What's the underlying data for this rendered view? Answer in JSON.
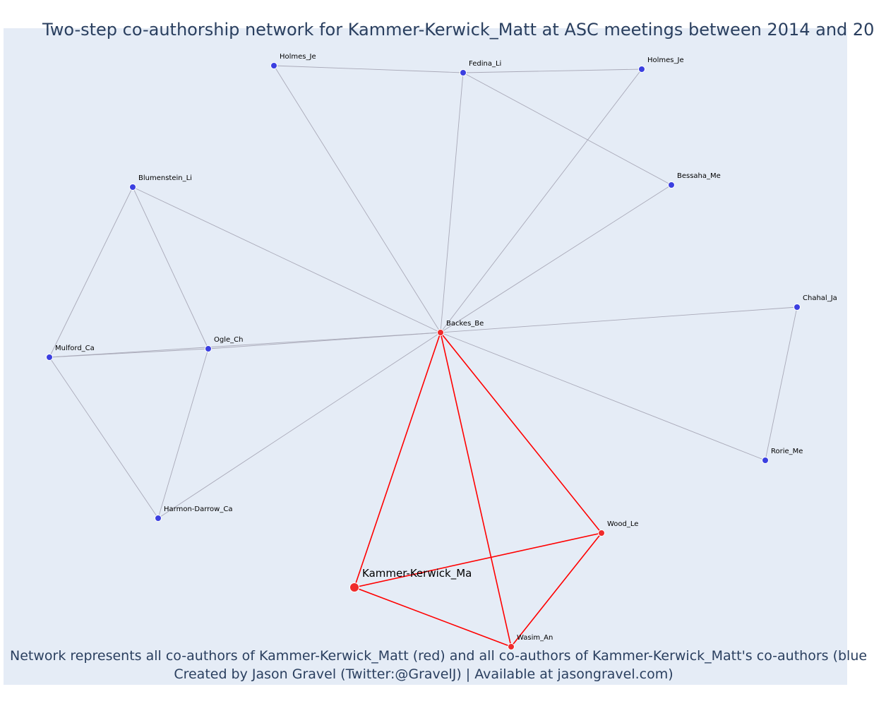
{
  "title": "Two-step co-authorship network for Kammer-Kerwick_Matt at ASC meetings between 2014 and 20",
  "caption_line1": "Network represents all co-authors of Kammer-Kerwick_Matt (red) and all co-authors of Kammer-Kerwick_Matt's co-authors (blue",
  "caption_line2": "Created by Jason Gravel (Twitter:@GravelJ) | Available at jasongravel.com)",
  "colors": {
    "background": "#e5ecf6",
    "coauthor": "#ef2b2b",
    "second_step": "#3b3fe0",
    "red_edge": "#ff0000",
    "grey_edge": "#a9a9b8"
  },
  "nodes": [
    {
      "id": "kammer",
      "label": "Kammer-Kerwick_Ma",
      "group": "focal"
    },
    {
      "id": "backes",
      "label": "Backes_Be",
      "group": "coauthor"
    },
    {
      "id": "wood",
      "label": "Wood_Le",
      "group": "coauthor"
    },
    {
      "id": "wasim",
      "label": "Wasim_An",
      "group": "coauthor"
    },
    {
      "id": "holmes1",
      "label": "Holmes_Je",
      "group": "second"
    },
    {
      "id": "fedina",
      "label": "Fedina_Li",
      "group": "second"
    },
    {
      "id": "holmes2",
      "label": "Holmes_Je",
      "group": "second"
    },
    {
      "id": "bessaha",
      "label": "Bessaha_Me",
      "group": "second"
    },
    {
      "id": "blumenstein",
      "label": "Blumenstein_Li",
      "group": "second"
    },
    {
      "id": "chahal",
      "label": "Chahal_Ja",
      "group": "second"
    },
    {
      "id": "ogle",
      "label": "Ogle_Ch",
      "group": "second"
    },
    {
      "id": "mulford",
      "label": "Mulford_Ca",
      "group": "second"
    },
    {
      "id": "rorie",
      "label": "Rorie_Me",
      "group": "second"
    },
    {
      "id": "harmon",
      "label": "Harmon-Darrow_Ca",
      "group": "second"
    }
  ],
  "edges": [
    {
      "source": "kammer",
      "target": "backes",
      "type": "red"
    },
    {
      "source": "kammer",
      "target": "wood",
      "type": "red"
    },
    {
      "source": "kammer",
      "target": "wasim",
      "type": "red"
    },
    {
      "source": "backes",
      "target": "wood",
      "type": "red"
    },
    {
      "source": "backes",
      "target": "wasim",
      "type": "red"
    },
    {
      "source": "wood",
      "target": "wasim",
      "type": "red"
    },
    {
      "source": "backes",
      "target": "holmes1",
      "type": "grey"
    },
    {
      "source": "backes",
      "target": "fedina",
      "type": "grey"
    },
    {
      "source": "backes",
      "target": "holmes2",
      "type": "grey"
    },
    {
      "source": "backes",
      "target": "bessaha",
      "type": "grey"
    },
    {
      "source": "backes",
      "target": "blumenstein",
      "type": "grey"
    },
    {
      "source": "backes",
      "target": "chahal",
      "type": "grey"
    },
    {
      "source": "backes",
      "target": "ogle",
      "type": "grey"
    },
    {
      "source": "backes",
      "target": "mulford",
      "type": "grey"
    },
    {
      "source": "backes",
      "target": "rorie",
      "type": "grey"
    },
    {
      "source": "backes",
      "target": "harmon",
      "type": "grey"
    },
    {
      "source": "holmes1",
      "target": "fedina",
      "type": "grey"
    },
    {
      "source": "fedina",
      "target": "holmes2",
      "type": "grey"
    },
    {
      "source": "fedina",
      "target": "bessaha",
      "type": "grey"
    },
    {
      "source": "blumenstein",
      "target": "mulford",
      "type": "grey"
    },
    {
      "source": "blumenstein",
      "target": "ogle",
      "type": "grey"
    },
    {
      "source": "mulford",
      "target": "ogle",
      "type": "grey"
    },
    {
      "source": "mulford",
      "target": "harmon",
      "type": "grey"
    },
    {
      "source": "ogle",
      "target": "harmon",
      "type": "grey"
    },
    {
      "source": "chahal",
      "target": "rorie",
      "type": "grey"
    }
  ]
}
